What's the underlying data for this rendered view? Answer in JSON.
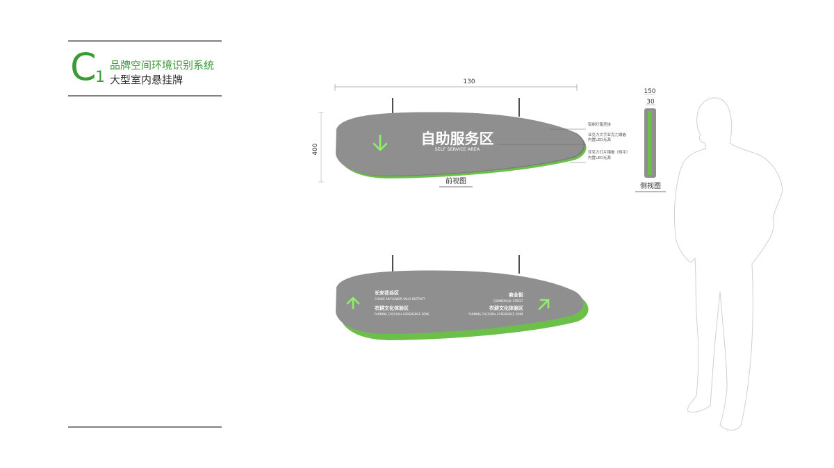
{
  "header": {
    "letter": "C",
    "sub": "1",
    "title_line1": "品牌空间环境识别系统",
    "title_line2": "大型室内悬挂牌"
  },
  "front_view": {
    "width_dim": "130",
    "height_dim": "400",
    "sign_title": "自助服务区",
    "sign_subtitle": "SELF SERVICE AREA",
    "notes": [
      "铝制灯箱壳体",
      "亚克力文字亚克力镶嵌",
      "内置LED光源",
      "亚克力灯片镶嵌（侧平）",
      "内置LED光源"
    ],
    "caption": "前视图",
    "arrow_icon": "arrow-down-icon"
  },
  "side_view": {
    "dim_outer": "150",
    "dim_inner": "30",
    "caption": "侧视图"
  },
  "direction_sign": {
    "left_dest_1_cn": "长安花谷区",
    "left_dest_1_en": "CHANG AN FLOWER VALLY DISTRICT",
    "left_dest_2_cn": "农耕文化体验区",
    "left_dest_2_en": "FARMING CULTURAL EXPERIENCE ZONE",
    "right_dest_1_cn": "商业街",
    "right_dest_1_en": "COMMERCIAL STREET",
    "right_dest_2_cn": "农耕文化体验区",
    "right_dest_2_en": "FARMING CULTURAL EXPERIENCE ZONE",
    "left_arrow_icon": "arrow-up-icon",
    "right_arrow_icon": "arrow-up-right-icon"
  },
  "colors": {
    "brand_green": "#3a9b36",
    "sign_gray": "#8f8f8f",
    "led_green": "#6cc04a"
  }
}
